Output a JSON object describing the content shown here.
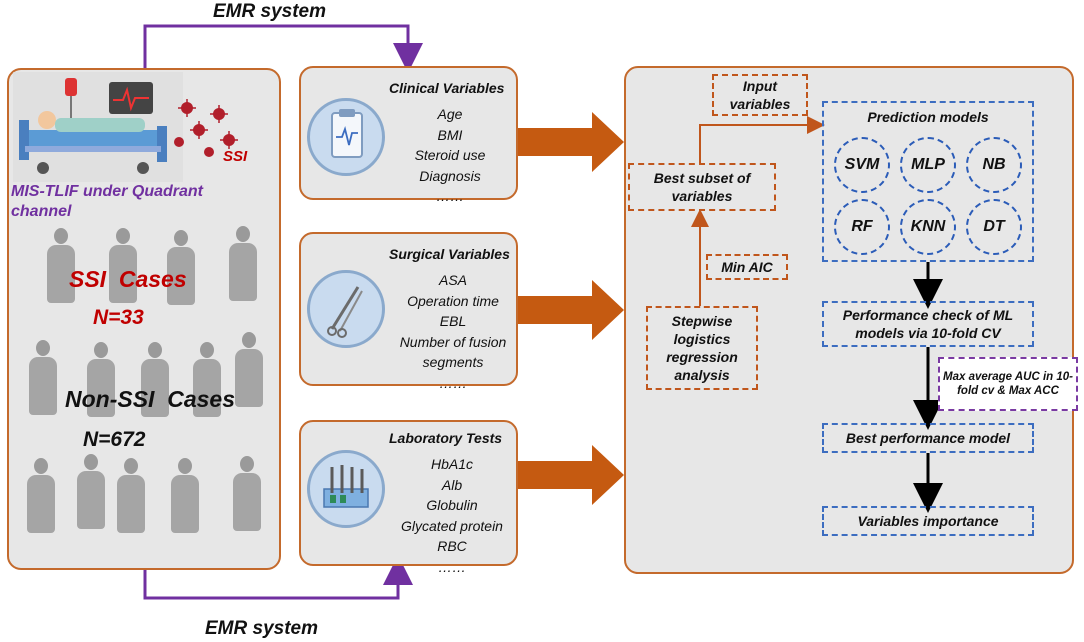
{
  "emr": {
    "top_label": "EMR system",
    "bottom_label": "EMR system"
  },
  "left": {
    "ssi_label": "SSI",
    "procedure": "MIS-TLIF under Quadrant channel",
    "ssi_cases": "SSI  Cases",
    "ssi_n": "N=33",
    "non_ssi_cases": "Non-SSI  Cases",
    "non_ssi_n": "N=672"
  },
  "clinical": {
    "title": "Clinical Variables",
    "items": [
      "Age",
      "BMI",
      "Steroid use",
      "Diagnosis",
      "……"
    ]
  },
  "surgical": {
    "title": "Surgical Variables",
    "items": [
      "ASA",
      "Operation time",
      "EBL",
      "Number of fusion",
      "segments",
      "……"
    ]
  },
  "lab": {
    "title": "Laboratory Tests",
    "items": [
      "HbA1c",
      "Alb",
      "Globulin",
      "Glycated protein",
      "RBC",
      "……"
    ]
  },
  "right": {
    "input_variables": "Input variables",
    "best_subset": "Best subset of variables",
    "min_aic": "Min AIC",
    "stepwise": "Stepwise logistics regression analysis",
    "prediction_title": "Prediction models",
    "models": [
      "SVM",
      "MLP",
      "NB",
      "RF",
      "KNN",
      "DT"
    ],
    "performance_check": "Performance check of ML models via 10-fold CV",
    "max_auc": "Max average AUC in 10-fold cv & Max ACC",
    "best_model": "Best performance model",
    "importance": "Variables importance"
  },
  "colors": {
    "panel_border": "#c46a2c",
    "arrow_orange": "#c55a11",
    "connector_purple": "#7030a0",
    "model_blue": "#2b5cb8",
    "ssi_red": "#c00000"
  }
}
